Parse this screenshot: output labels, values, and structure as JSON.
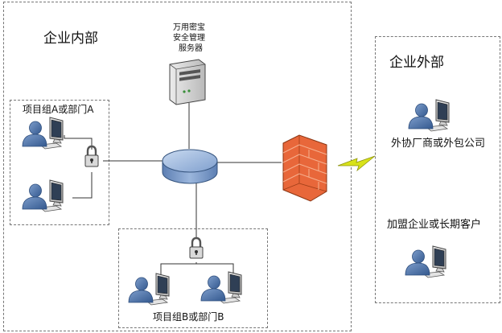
{
  "inside": {
    "title": "企业内部",
    "server_label": [
      "万用密宝",
      "安全管理",
      "服务器"
    ],
    "group_a": "项目组A或部门A",
    "group_b": "项目组B或部门B"
  },
  "outside": {
    "title": "企业外部",
    "partner": "外协厂商或外包公司",
    "franchise": "加盟企业或长期客户"
  },
  "colors": {
    "dash_border": "#777777",
    "hub_blue": "#8fb0d9",
    "person_blue": "#4a6ea0",
    "firewall_orange": "#e8673a",
    "lightning_yellow": "#d8e21a"
  }
}
